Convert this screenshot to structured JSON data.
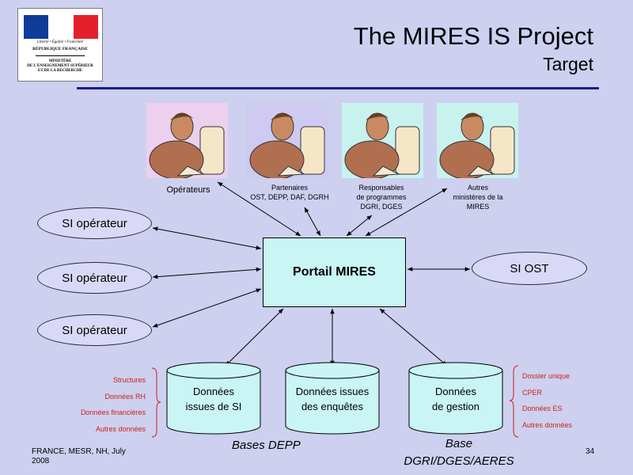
{
  "logo": {
    "flag_colors": [
      "#0f3b9a",
      "#ffffff",
      "#e4202b"
    ],
    "motto": "Liberté • Égalité • Fraternité",
    "republic": "RÉPUBLIQUE FRANÇAISE",
    "ministry": "MINISTÈRE\nDE L'ENSEIGNEMENT SUPÉRIEUR\nET DE LA RECHERCHE"
  },
  "header": {
    "title": "The MIRES IS Project",
    "subtitle": "Target"
  },
  "people": [
    {
      "label": "Opérateurs",
      "bg": "#ecd0ee"
    },
    {
      "label": "Partenaires\nOST, DEPP, DAF, DGRH",
      "bg": "#cfcaf2"
    },
    {
      "label": "Responsables\nde programmes\nDGRI, DGES",
      "bg": "#c8f2ee"
    },
    {
      "label": "Autres\nministères de la\nMIRES",
      "bg": "#c8f2ee"
    }
  ],
  "left_systems": [
    "SI opérateur",
    "SI opérateur",
    "SI opérateur"
  ],
  "portal": "Portail MIRES",
  "si_ost": "SI OST",
  "databases": [
    "Données\nissues de SI",
    "Données issues\ndes enquêtes",
    "Données\nde gestion"
  ],
  "left_list": [
    "Structures",
    "Données RH",
    "Données financières",
    "Autres données"
  ],
  "right_list": [
    "Dossier unique",
    "CPER",
    "Données  ES",
    "Autres données"
  ],
  "group_labels": {
    "bases_depp": "Bases DEPP",
    "base_dgri": "Base\nDGRI/DGES/AERES"
  },
  "footer": {
    "source": "FRANCE, MESR, NH, July\n2008",
    "page": "34"
  },
  "colors": {
    "background": "#cdd0ef",
    "title_rule": "#1a1c8e",
    "portal_fill": "#c9f5f5",
    "ellipse_fill": "#d9d9f7",
    "cylinder_fill": "#c9f5f5",
    "list_text": "#cc1f1f"
  }
}
